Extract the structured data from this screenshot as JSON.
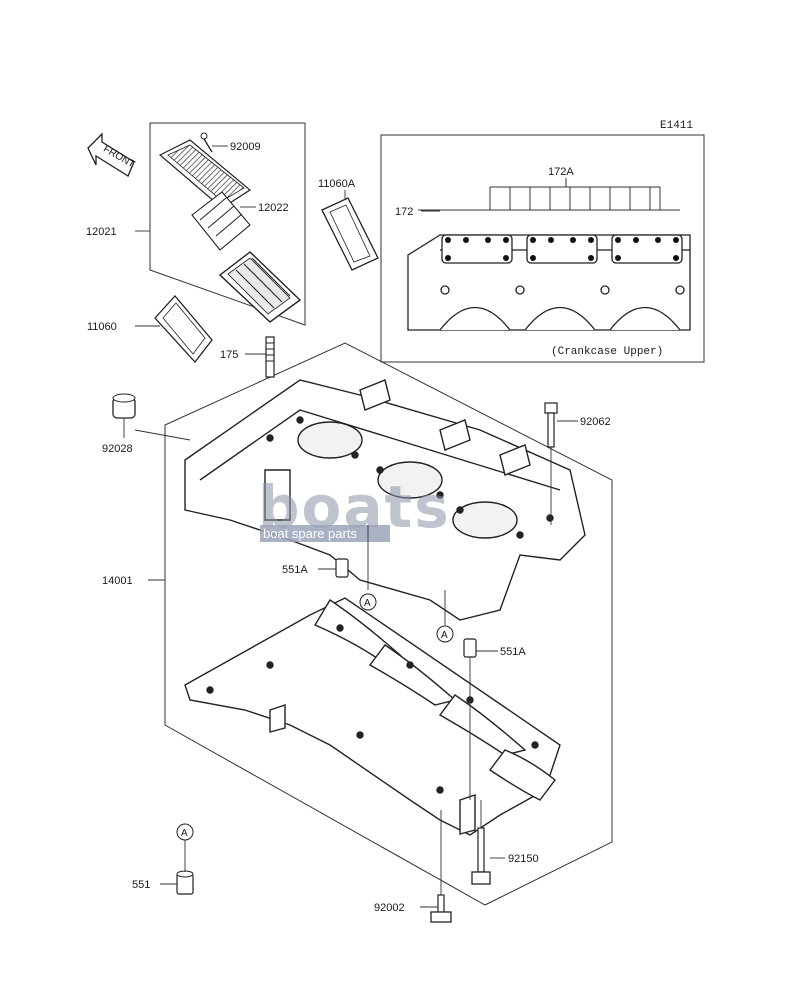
{
  "diagram": {
    "code": "E1411",
    "inset_caption": "(Crankcase Upper)",
    "front_label": "FRONT",
    "parts": {
      "p92009": "92009",
      "p12022": "12022",
      "p12021": "12021",
      "p11060A": "11060A",
      "p11060": "11060",
      "p175": "175",
      "p172A": "172A",
      "p172": "172",
      "p92028": "92028",
      "p92062": "92062",
      "p14001": "14001",
      "p551A_left": "551A",
      "p551A_right": "551A",
      "p92150": "92150",
      "p92002": "92002",
      "p551": "551"
    },
    "markers": {
      "m1": "A",
      "m2": "A",
      "m3": "A"
    }
  },
  "watermark": {
    "brand": "boats",
    "tagline": "boat spare parts",
    "color": "#8a93a6"
  }
}
